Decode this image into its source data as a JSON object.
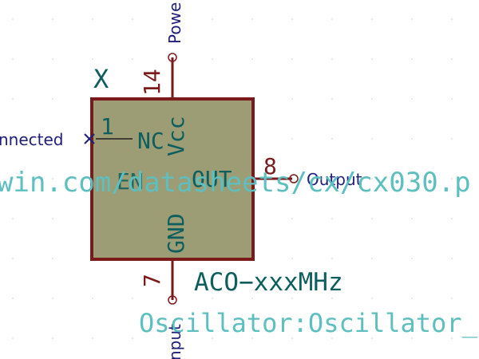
{
  "component": {
    "reference": "X",
    "value": "ACO−xxxMHz",
    "footprint": "Oscillator:Oscillator_D",
    "datasheet": "win.com/datasheets/cx/cx030.p",
    "colors": {
      "body_fill": "#9c9c75",
      "outline": "#7a1a1a",
      "pin_name": "#0e5e5e",
      "net_label": "#1f1f7a",
      "field_text": "#5dbfbf"
    }
  },
  "pins": {
    "vcc": {
      "number": "14",
      "name": "Vcc"
    },
    "nc": {
      "number": "1",
      "name": "NC"
    },
    "out": {
      "number": "8",
      "name": "OUT"
    },
    "gnd": {
      "number": "7",
      "name": "GND"
    },
    "hidden": {
      "name": "EN"
    }
  },
  "nets": {
    "power": "Powe",
    "no_connect": "nnected",
    "output": "Output",
    "input": "nput"
  }
}
